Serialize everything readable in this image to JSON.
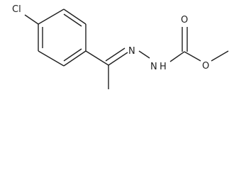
{
  "molecule": {
    "atoms": {
      "chlorine": "Cl",
      "imine_nitrogen": "N",
      "amine_nitrogen": "N",
      "hydrogen": "H",
      "carbonyl_oxygen": "O",
      "ester_oxygen": "O"
    }
  }
}
